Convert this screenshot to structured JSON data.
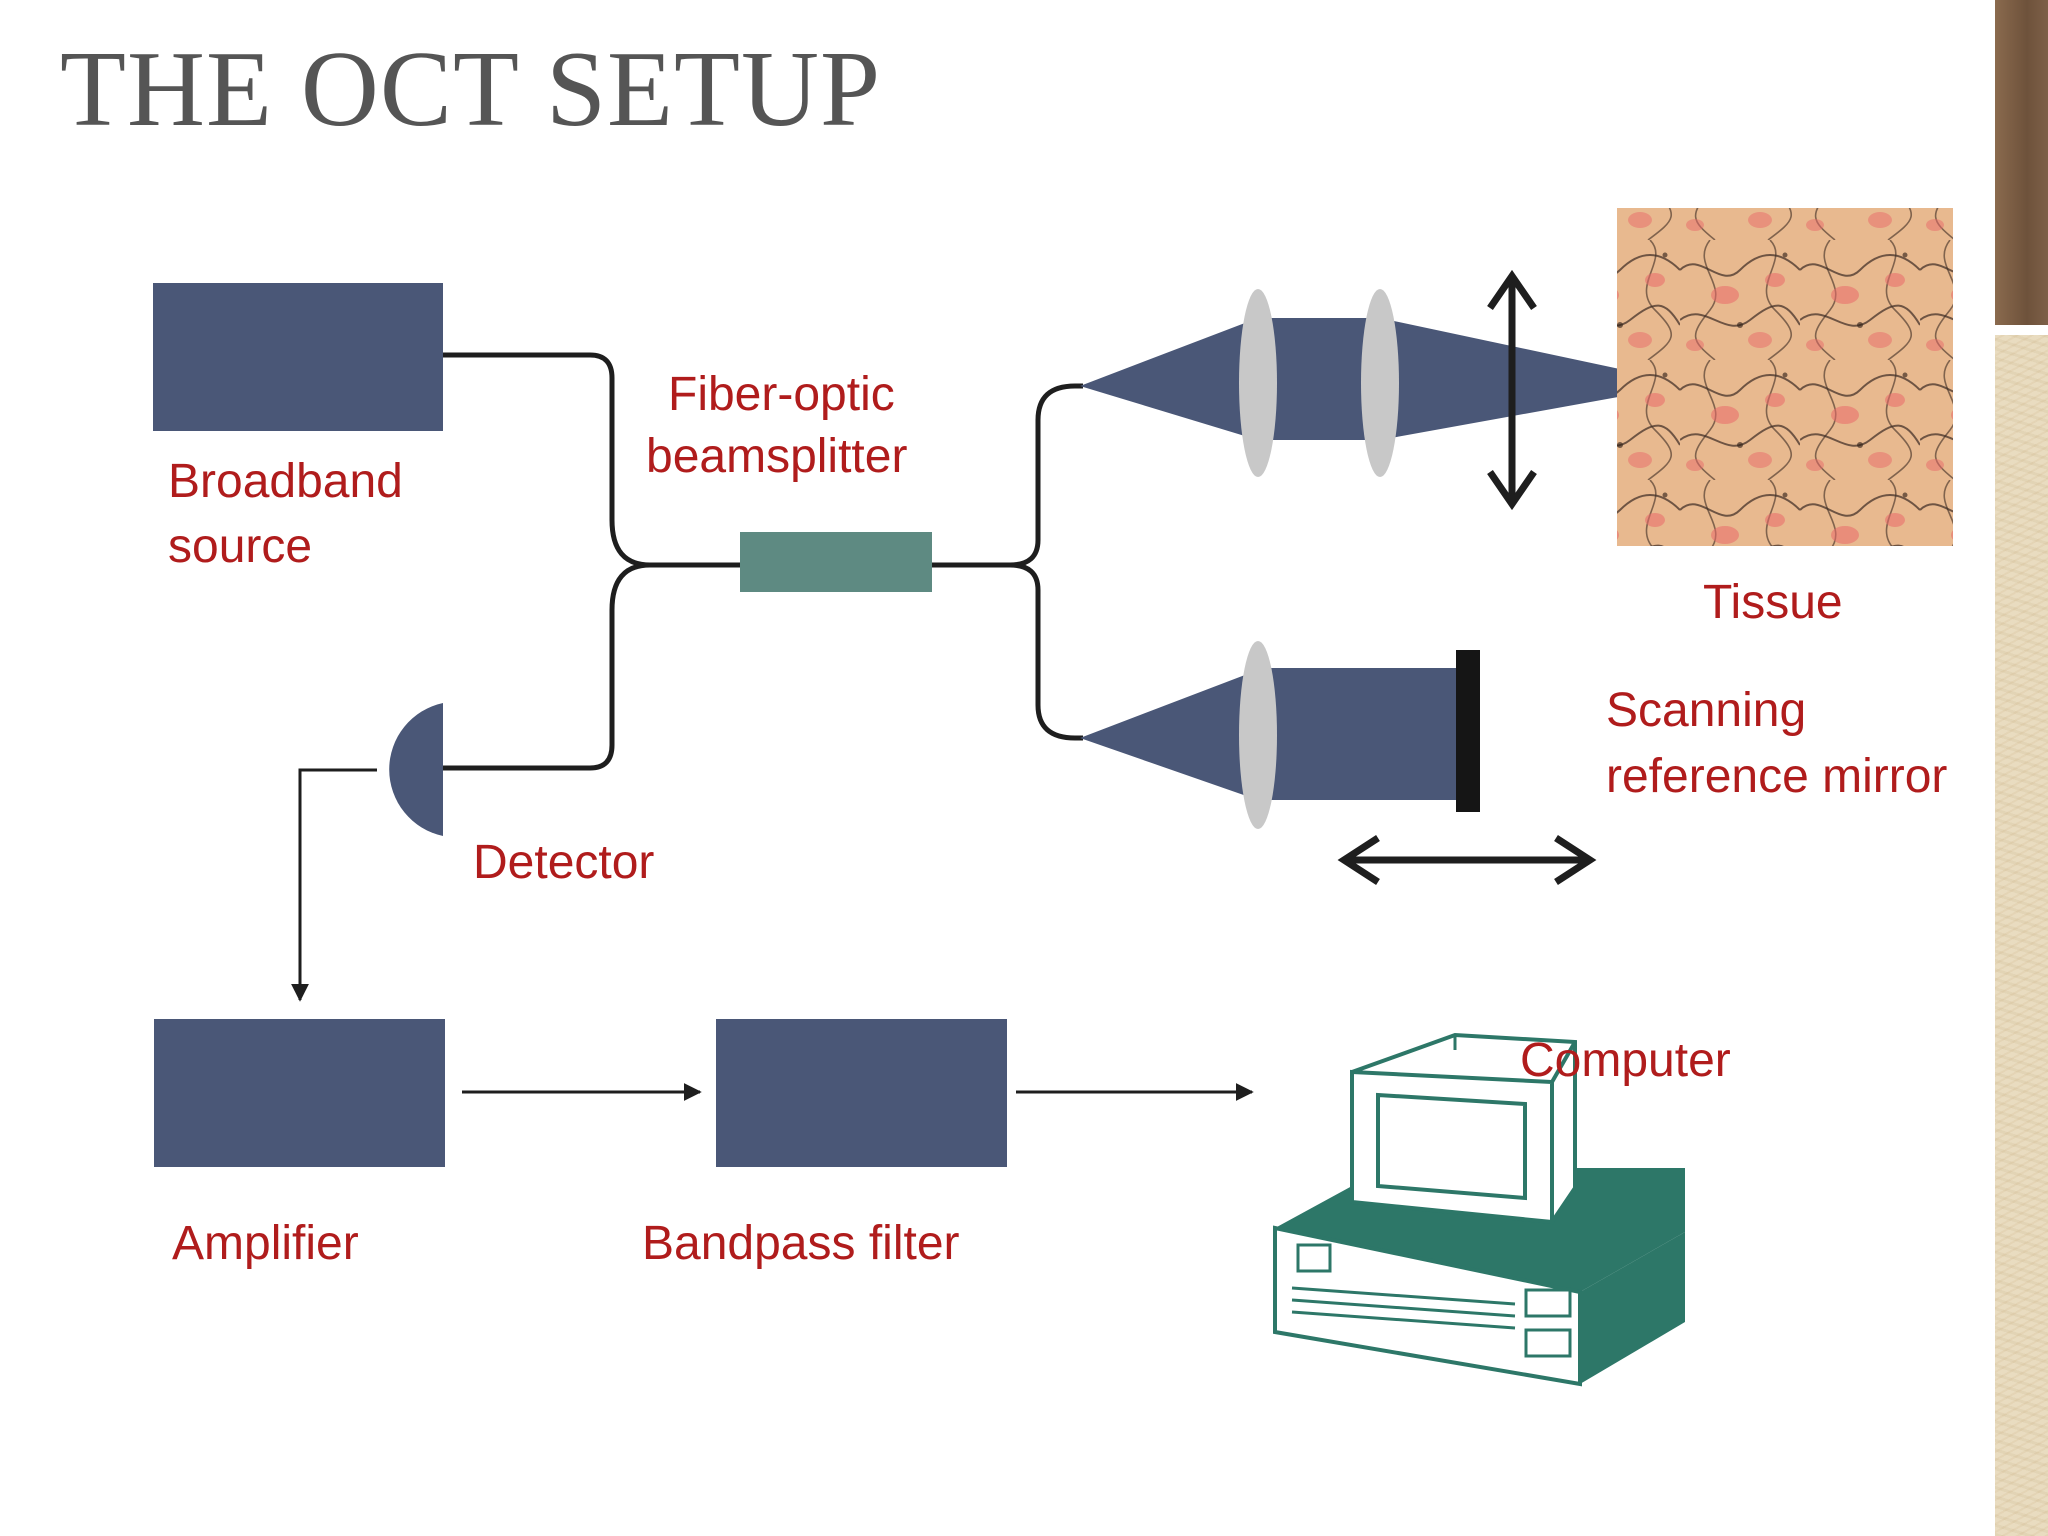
{
  "slide": {
    "title": "THE OCT SETUP"
  },
  "labels": {
    "broadband_source_line1": "Broadband",
    "broadband_source_line2": "source",
    "beamsplitter_line1": "Fiber-optic",
    "beamsplitter_line2": "beamsplitter",
    "tissue": "Tissue",
    "mirror_line1": "Scanning",
    "mirror_line2": "reference mirror",
    "detector": "Detector",
    "amplifier": "Amplifier",
    "bandpass_filter": "Bandpass filter",
    "computer": "Computer"
  },
  "colors": {
    "block": "#4a5777",
    "splitter": "#5e8a82",
    "lens": "#c8c8c8",
    "fiber": "#1e1e1e",
    "label": "#b01c1c",
    "computer_base": "#2d7768",
    "tissue_base": "#e8b98f"
  }
}
